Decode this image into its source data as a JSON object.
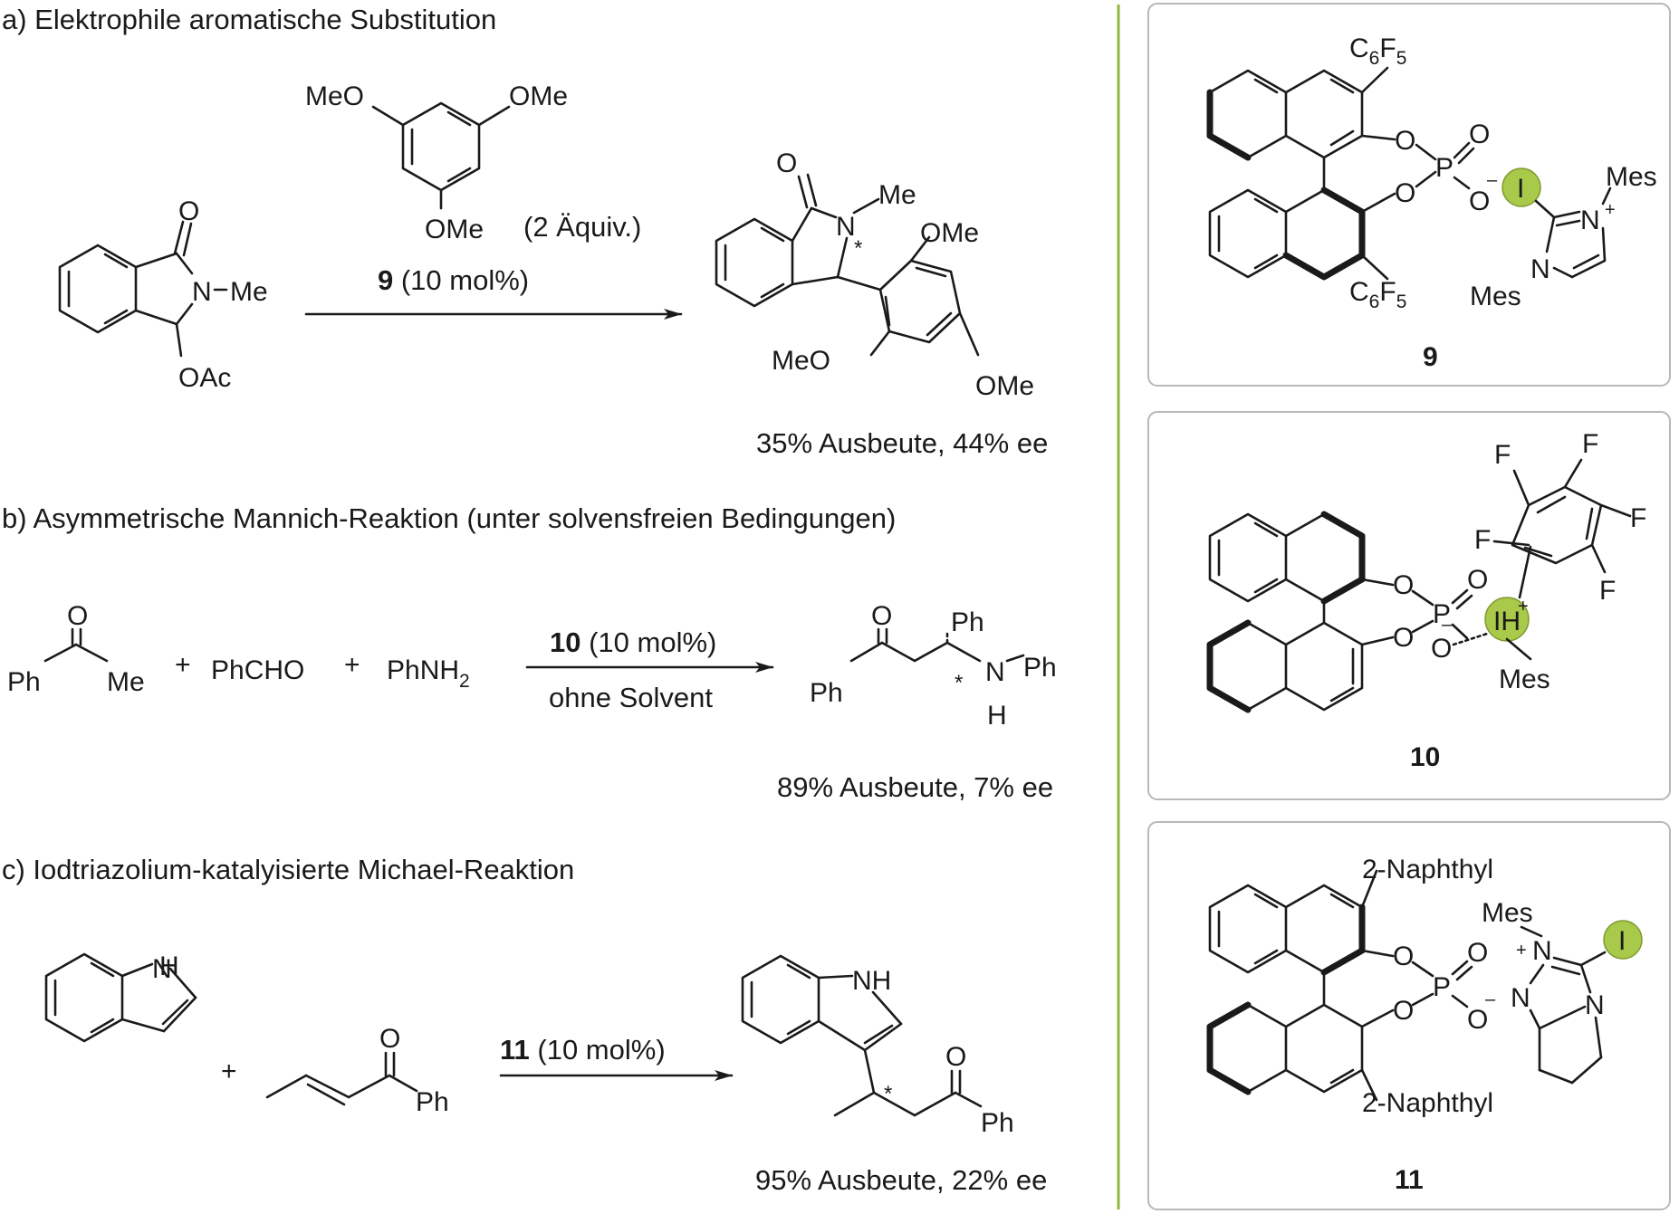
{
  "panels": {
    "a": {
      "title": "a) Elektrophile aromatische Substitution",
      "reagent_top_left": "MeO",
      "reagent_top_right": "OMe",
      "reagent_bottom": "OMe",
      "equiv": "(2 Äquiv.)",
      "catalyst_num": "9",
      "catalyst_loading": " (10 mol%)",
      "sm_O": "O",
      "sm_N": "N",
      "sm_Me": "Me",
      "sm_OAc": "OAc",
      "prod_O": "O",
      "prod_N": "N",
      "prod_Me": "Me",
      "prod_OMe_top": "OMe",
      "prod_MeO": "MeO",
      "prod_OMe_bottom": "OMe",
      "stereo": "*",
      "result": "35% Ausbeute, 44% ee"
    },
    "b": {
      "title": "b) Asymmetrische Mannich-Reaktion (unter solvensfreien Bedingungen)",
      "sm1_O": "O",
      "sm1_Ph": "Ph",
      "sm1_Me": "Me",
      "plus": "+",
      "sm2": "PhCHO",
      "sm3": "PhNH",
      "sm3_sub": "2",
      "catalyst_num": "10",
      "catalyst_loading": " (10 mol%)",
      "condition": "ohne Solvent",
      "prod_O": "O",
      "prod_Ph_left": "Ph",
      "prod_Ph_top": "Ph",
      "prod_N": "N",
      "prod_H": "H",
      "prod_Ph_right": "Ph",
      "stereo": "*",
      "result": "89% Ausbeute, 7% ee"
    },
    "c": {
      "title": "c) Iodtriazolium-katalyisierte Michael-Reaktion",
      "sm1_H": "H",
      "sm1_N": "N",
      "plus": "+",
      "sm2_O": "O",
      "sm2_Ph": "Ph",
      "catalyst_num": "11",
      "catalyst_loading": " (10 mol%)",
      "prod_NH": "NH",
      "prod_O": "O",
      "prod_Ph": "Ph",
      "stereo": "*",
      "result": "95% Ausbeute, 22% ee"
    }
  },
  "catalysts": {
    "cat9": {
      "label": "9",
      "c6f5_top": "C",
      "c6f5_top_sub1": "6",
      "c6f5_top_F": "F",
      "c6f5_top_sub2": "5",
      "c6f5_bot": "C",
      "c6f5_bot_sub1": "6",
      "c6f5_bot_F": "F",
      "c6f5_bot_sub2": "5",
      "O1": "O",
      "O2": "O",
      "P": "P",
      "O3": "O",
      "O4": "O",
      "minus": "–",
      "iodine": "I",
      "N1": "N",
      "plus": "+",
      "Mes1": "Mes",
      "N2": "N",
      "Mes2": "Mes"
    },
    "cat10": {
      "label": "10",
      "F1": "F",
      "F2": "F",
      "F3": "F",
      "F4": "F",
      "F5": "F",
      "O1": "O",
      "O2": "O",
      "P": "P",
      "O3": "O",
      "O4": "O",
      "minus": "–",
      "IH": "IH",
      "plus": "+",
      "Mes": "Mes"
    },
    "cat11": {
      "label": "11",
      "naph_top": "2-Naphthyl",
      "naph_bot": "2-Naphthyl",
      "O1": "O",
      "O2": "O",
      "P": "P",
      "O3": "O",
      "O4": "O",
      "minus": "–",
      "Mes": "Mes",
      "plus": "+",
      "N1": "N",
      "N2": "N",
      "N3": "N",
      "iodine": "I"
    }
  },
  "colors": {
    "divider": "#8fb83a",
    "iodine_fill": "#a8c94a",
    "box_border": "#b8b8b8"
  }
}
